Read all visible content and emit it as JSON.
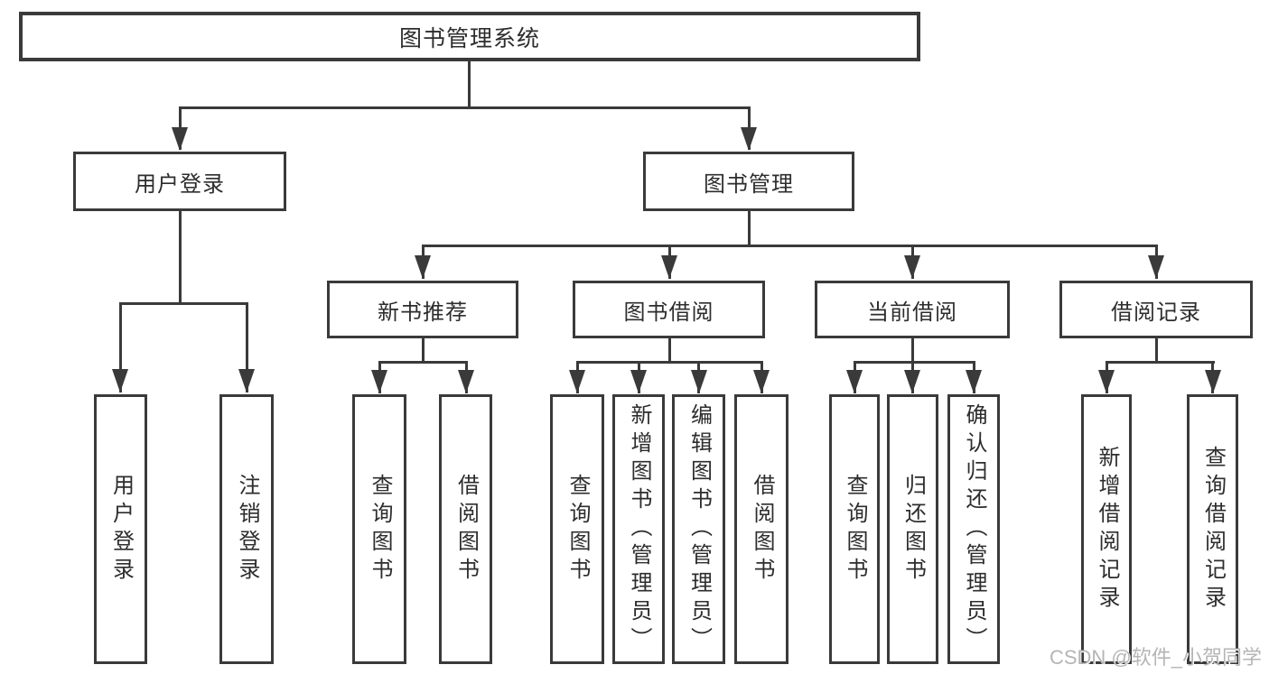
{
  "diagram": {
    "root": "图书管理系统",
    "level2": {
      "user_login": "用户登录",
      "book_mgmt": "图书管理"
    },
    "level3": {
      "new_book": "新书推荐",
      "book_borrow": "图书借阅",
      "current_borrow": "当前借阅",
      "borrow_record": "借阅记录"
    },
    "leaves": {
      "user_login": [
        "用户登录",
        "注销登录"
      ],
      "new_book": [
        "查询图书",
        "借阅图书"
      ],
      "book_borrow": [
        "查询图书",
        "新增图书（管理员）",
        "编辑图书（管理员）",
        "借阅图书"
      ],
      "current_borrow": [
        "查询图书",
        "归还图书",
        "确认归还（管理员）"
      ],
      "borrow_record": [
        "新增借阅记录",
        "查询借阅记录"
      ]
    }
  },
  "watermark": "CSDN @软件_小贺同学",
  "colors": {
    "line": "#3a3a3a",
    "text": "#2d2d2d",
    "watermark": "#b5b5b5",
    "background": "#ffffff"
  }
}
